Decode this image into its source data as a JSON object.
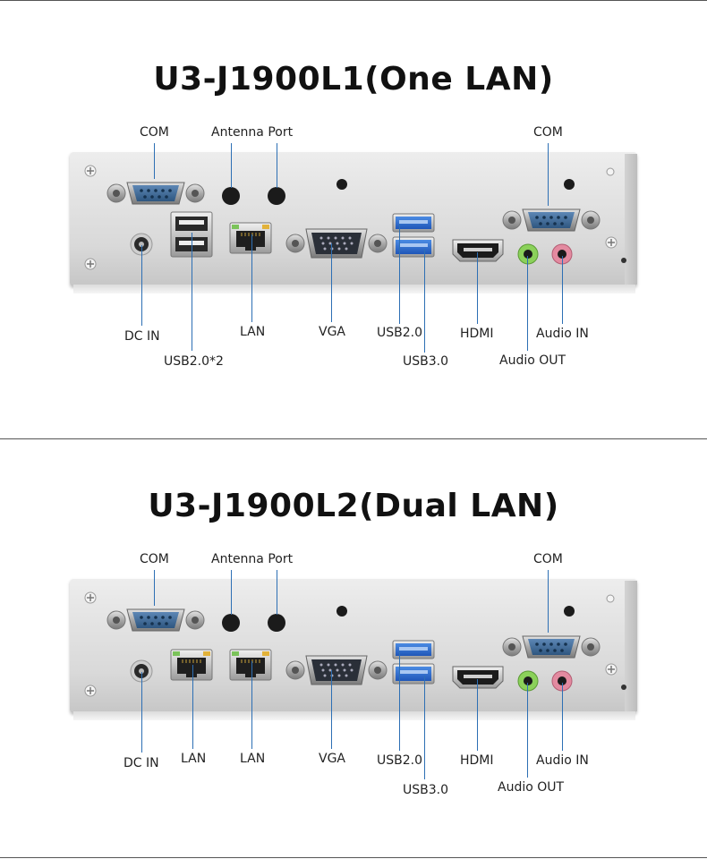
{
  "sections": [
    {
      "title": "U3-J1900L1(One LAN)",
      "labels": {
        "com_left": "COM",
        "antenna": "Antenna Port",
        "com_right": "COM",
        "dc_in": "DC IN",
        "usb2x2": "USB2.0*2",
        "lan": "LAN",
        "vga": "VGA",
        "usb20": "USB2.0",
        "usb30": "USB3.0",
        "hdmi": "HDMI",
        "audio_in": "Audio IN",
        "audio_out": "Audio OUT"
      }
    },
    {
      "title": "U3-J1900L2(Dual LAN)",
      "labels": {
        "com_left": "COM",
        "antenna": "Antenna Port",
        "com_right": "COM",
        "dc_in": "DC IN",
        "lan1": "LAN",
        "lan2": "LAN",
        "vga": "VGA",
        "usb20": "USB2.0",
        "usb30": "USB3.0",
        "hdmi": "HDMI",
        "audio_in": "Audio IN",
        "audio_out": "Audio OUT"
      }
    }
  ],
  "colors": {
    "leader_line": "#2d6fb4",
    "usb3_port": "#2f6fd0",
    "audio_out_jack": "#8bd15a",
    "audio_in_jack": "#e38aa0"
  }
}
